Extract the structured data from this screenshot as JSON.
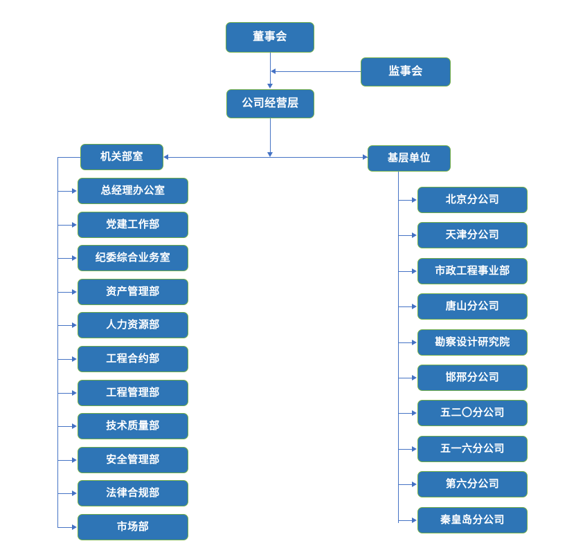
{
  "chart_data": {
    "type": "diagram",
    "title": "",
    "diagram_kind": "organization-chart",
    "orientation": "top-down",
    "colors": {
      "node_fill": "#2E75B6",
      "node_border": "#70AD47",
      "node_text": "#FFFFFF",
      "connector": "#4472C4",
      "background": "#FFFFFF"
    },
    "nodes": [
      {
        "id": "board",
        "label": "董事会",
        "level": 0
      },
      {
        "id": "supervisors",
        "label": "监事会",
        "level": 0
      },
      {
        "id": "management",
        "label": "公司经营层",
        "level": 1
      },
      {
        "id": "departments",
        "label": "机关部室",
        "level": 2
      },
      {
        "id": "grassroots",
        "label": "基层单位",
        "level": 2
      }
    ],
    "edges": [
      {
        "from": "board",
        "to": "management",
        "arrow": "down"
      },
      {
        "from": "supervisors",
        "to": "board",
        "arrow": "left"
      },
      {
        "from": "management",
        "to": "departments",
        "arrow": "left"
      },
      {
        "from": "management",
        "to": "grassroots",
        "arrow": "right"
      }
    ]
  },
  "top": {
    "board": "董事会",
    "supervisors": "监事会",
    "management": "公司经营层"
  },
  "left_branch": {
    "header": "机关部室",
    "items": [
      {
        "label": "总经理办公室"
      },
      {
        "label": "党建工作部"
      },
      {
        "label": "纪委综合业务室"
      },
      {
        "label": "资产管理部"
      },
      {
        "label": "人力资源部"
      },
      {
        "label": "工程合约部"
      },
      {
        "label": "工程管理部"
      },
      {
        "label": "技术质量部"
      },
      {
        "label": "安全管理部"
      },
      {
        "label": "法律合规部"
      },
      {
        "label": "市场部"
      }
    ]
  },
  "right_branch": {
    "header": "基层单位",
    "items": [
      {
        "label": "北京分公司"
      },
      {
        "label": "天津分公司"
      },
      {
        "label": "市政工程事业部"
      },
      {
        "label": "唐山分公司"
      },
      {
        "label": "勘察设计研究院"
      },
      {
        "label": "邯邢分公司"
      },
      {
        "label": "五二〇分公司"
      },
      {
        "label": "五一六分公司"
      },
      {
        "label": "第六分公司"
      },
      {
        "label": "秦皇岛分公司"
      }
    ]
  }
}
